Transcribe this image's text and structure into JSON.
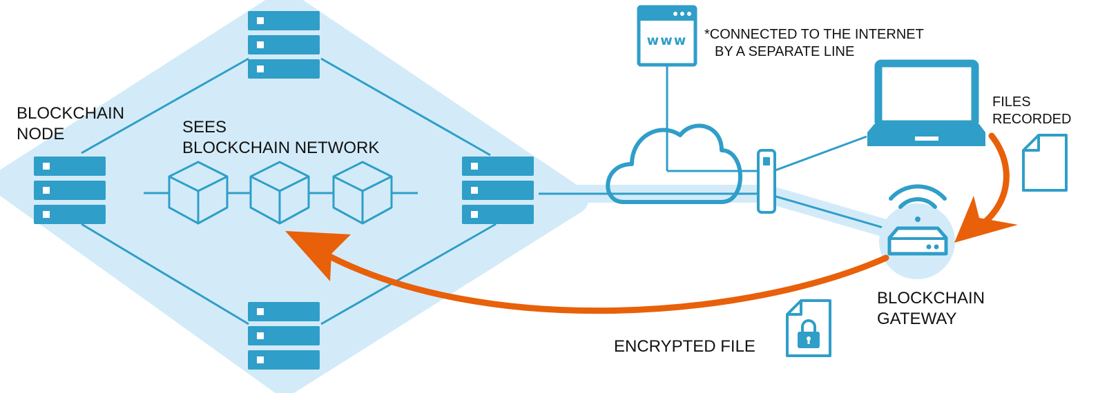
{
  "labels": {
    "node_line1": "BLOCKCHAIN",
    "node_line2": "NODE",
    "network_line1": "SEES",
    "network_line2": "BLOCKCHAIN NETWORK",
    "internet_line1": "*CONNECTED TO THE INTERNET",
    "internet_line2": "BY A SEPARATE LINE",
    "files_line1": "FILES",
    "files_line2": "RECORDED",
    "gateway_line1": "BLOCKCHAIN",
    "gateway_line2": "GATEWAY",
    "encrypted_file": "ENCRYPTED FILE",
    "www": "www"
  },
  "colors": {
    "network_fill": "#d3ebf8",
    "server_blue": "#2f9ec8",
    "line_blue": "#2f9ec8",
    "arrow_orange": "#e8600a"
  },
  "icons": [
    "server-icon",
    "cube-icon",
    "browser-window-icon",
    "cloud-icon",
    "firewall-icon",
    "laptop-icon",
    "document-icon",
    "wifi-icon",
    "router-icon",
    "lock-file-icon"
  ]
}
